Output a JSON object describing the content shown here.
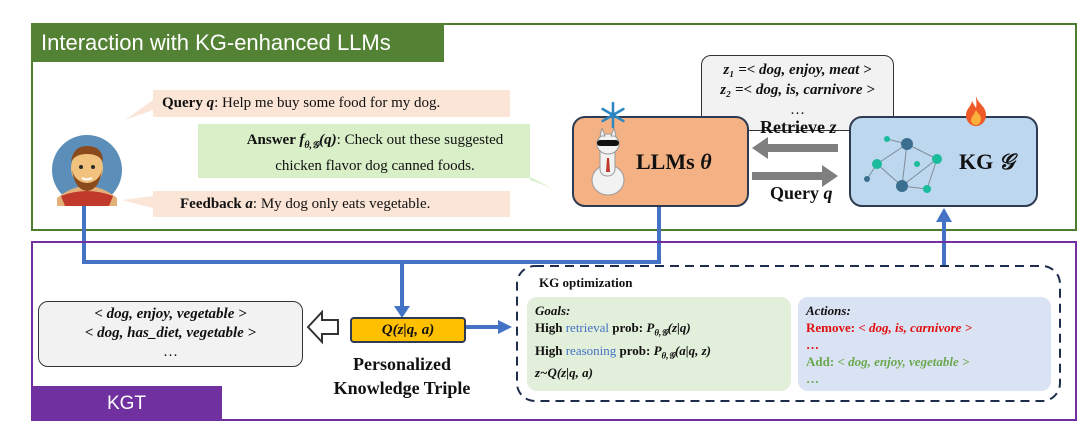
{
  "top_section": {
    "title": "Interaction with KG-enhanced LLMs",
    "query": {
      "label": "Query ",
      "var": "q",
      "text": ": Help me buy some food for my dog."
    },
    "answer": {
      "label": "Answer ",
      "var": "f",
      "sub": "θ,𝒢",
      "arg": "(q)",
      "line1": ": Check out these suggested",
      "line2": "chicken flavor dog canned foods."
    },
    "feedback": {
      "label": "Feedback ",
      "var": "a",
      "text": ": My dog only eats vegetable."
    },
    "triples": {
      "z1": "z₁ =< dog, enjoy, meat >",
      "z2": "z₂ =< dog, is, carnivore >",
      "more": "…"
    },
    "llm": {
      "label": "LLMs ",
      "var": "θ"
    },
    "kg": {
      "label": "KG ",
      "var": "𝒢"
    },
    "retrieve": {
      "label": "Retrieve ",
      "var": "z"
    },
    "query_arrow": {
      "label": "Query ",
      "var": "q"
    }
  },
  "bottom_section": {
    "title": "KGT",
    "personal_triples": {
      "t1": "< dog, enjoy, vegetable >",
      "t2": "< dog, has_diet, vegetable >",
      "more": "…"
    },
    "q_box": "Q(z|q, a)",
    "personalized_label_line1": "Personalized",
    "personalized_label_line2": "Knowledge Triple",
    "kg_opt": {
      "title": "KG optimization",
      "goals_title": "Goals:",
      "goal1_pre": "High ",
      "goal1_word": "retrieval",
      "goal1_post": " prob: ",
      "goal1_math": "P",
      "goal1_sub": "θ,𝒢",
      "goal1_arg": "(z|q)",
      "goal2_pre": "High ",
      "goal2_word": "reasoning",
      "goal2_post": " prob: ",
      "goal2_math": "P",
      "goal2_sub": "θ,𝒢",
      "goal2_arg": "(a|q, z)",
      "goal3": "z~Q(z|q, a)",
      "actions_title": "Actions:",
      "remove_label": "Remove: ",
      "remove_triple": "< dog, is, carnivore >",
      "remove_more": "…",
      "add_label": "Add: ",
      "add_triple": "< dog, enjoy, vegetable >",
      "add_more": "…"
    }
  },
  "colors": {
    "green_frame": "#548235",
    "purple_frame": "#7030a0",
    "llm_box": "#f4b183",
    "kg_box": "#bdd7ee",
    "arrow_blue": "#4472c4",
    "q_box": "#ffc000",
    "goals_bg": "#e2efda",
    "actions_bg": "#dae3f3"
  },
  "icons": [
    "user-avatar-icon",
    "snowflake-icon",
    "llama-icon",
    "fire-icon",
    "network-graph-icon",
    "hollow-left-arrow-icon"
  ]
}
